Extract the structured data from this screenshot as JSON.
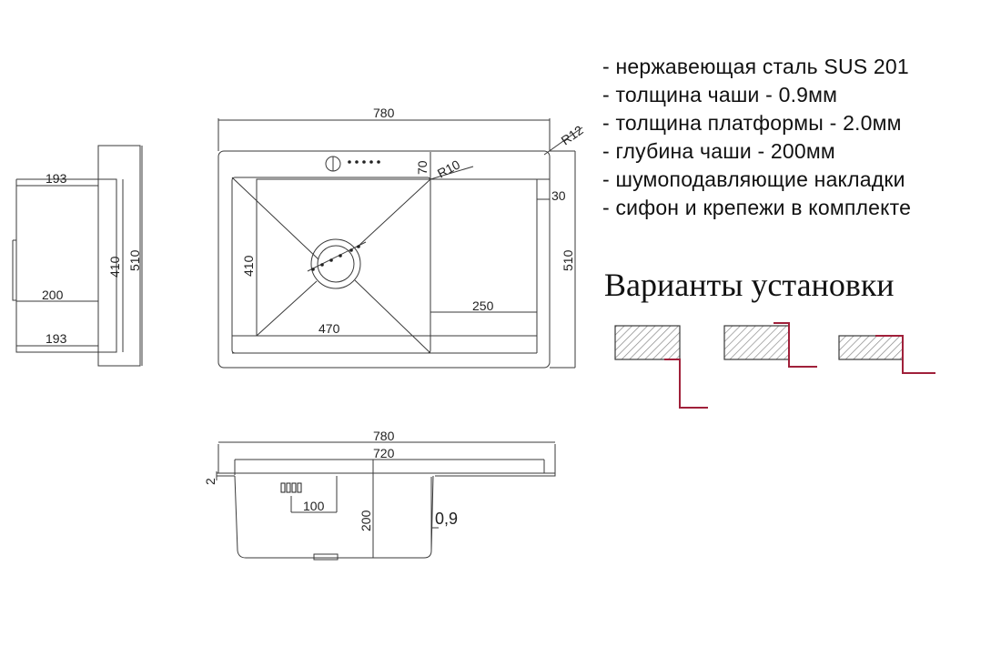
{
  "specs": [
    "- нержавеющая сталь SUS 201",
    "- толщина чаши - 0.9мм",
    "- толщина платформы - 2.0мм",
    "- глубина чаши - 200мм",
    "- шумоподавляющие накладки",
    "- сифон и крепежи в комплекте"
  ],
  "install_title": "Варианты установки",
  "side_view": {
    "d_top": "193",
    "d_mid": "200",
    "d_bottom": "193",
    "d_inner": "410",
    "d_outer": "510"
  },
  "top_view": {
    "width": "780",
    "corner_radius": "R12",
    "bowl_radius": "R10",
    "offset_top": "70",
    "offset_right": "30",
    "bowl_height": "410",
    "height": "510",
    "bowl_width": "470",
    "drainboard_width": "250"
  },
  "front_view": {
    "outer_width": "780",
    "inner_width": "720",
    "rim_thickness": "2",
    "overflow_offset": "100",
    "bowl_depth": "200",
    "wall_thickness": "0,9"
  },
  "colors": {
    "line": "#3a3a3a",
    "mount_accent": "#a0203a",
    "hatch": "#888888"
  }
}
